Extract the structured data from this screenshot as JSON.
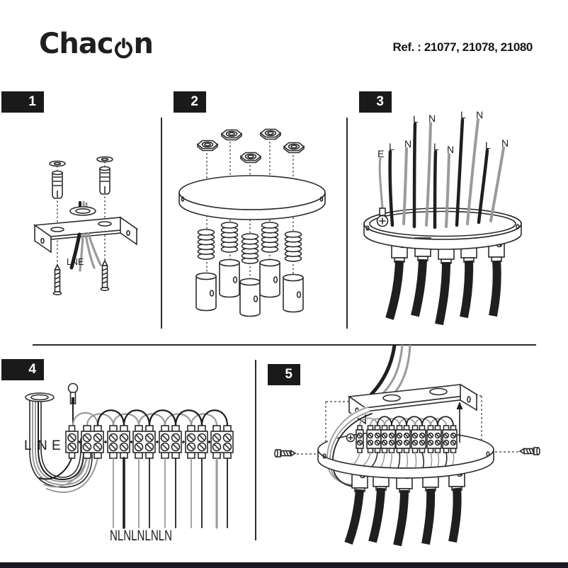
{
  "header": {
    "brand_part1": "Chac",
    "brand_part2": "n",
    "ref": "Ref. : 21077, 21078, 21080"
  },
  "steps": [
    {
      "number": "1",
      "cable_label": "LNE"
    },
    {
      "number": "2"
    },
    {
      "number": "3",
      "wire_labels": [
        "E",
        "L",
        "N",
        "L",
        "N",
        "L",
        "N",
        "L",
        "N",
        "L",
        "N"
      ]
    },
    {
      "number": "4",
      "supply_labels": [
        "L",
        "N",
        "E"
      ],
      "terminal_label": "NLNLNLNLN"
    },
    {
      "number": "5"
    }
  ],
  "colors": {
    "ink": "#2b2b2b",
    "wire_gray": "#9a9a9a",
    "wire_black": "#1f1f1f",
    "badge_bg": "#1a1a1a",
    "badge_text": "#ffffff",
    "footer_bar": "#1a1a24"
  }
}
